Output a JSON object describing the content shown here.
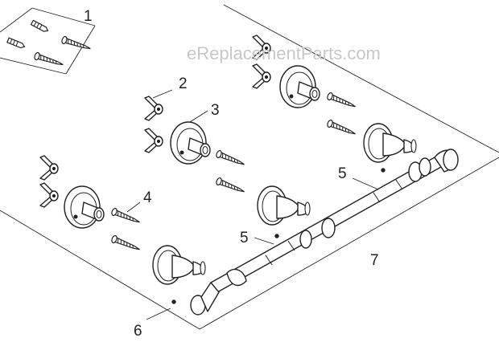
{
  "watermark": "eReplacementParts.com",
  "callouts": {
    "c1": "1",
    "c2": "2",
    "c3": "3",
    "c4": "4",
    "c5a": "5",
    "c5b": "5",
    "c6": "6",
    "c7": "7"
  },
  "colors": {
    "line": "#222222",
    "watermark": "#c8c8c8",
    "background": "#ffffff"
  }
}
